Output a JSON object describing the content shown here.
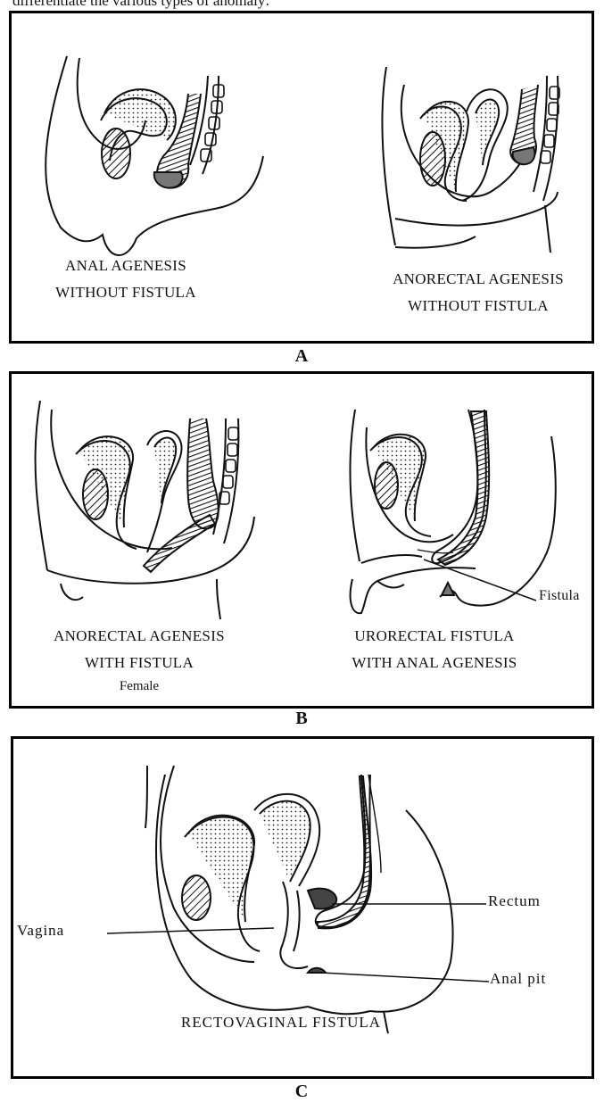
{
  "intro_text": "differentiate the various types of anomaly:",
  "panels": {
    "a": {
      "letter": "A",
      "left_caption": [
        "ANAL AGENESIS",
        "WITHOUT FISTULA"
      ],
      "right_caption": [
        "ANORECTAL AGENESIS",
        "WITHOUT FISTULA"
      ]
    },
    "b": {
      "letter": "B",
      "left_caption": [
        "ANORECTAL AGENESIS",
        "WITH FISTULA",
        "Female"
      ],
      "right_caption": [
        "URORECTAL FISTULA",
        "WITH ANAL AGENESIS"
      ],
      "label_fistula": "Fistula"
    },
    "c": {
      "letter": "C",
      "caption": "RECTOVAGINAL FISTULA",
      "label_rectum": "Rectum",
      "label_vagina": "Vagina",
      "label_anal_pit": "Anal pit"
    }
  }
}
